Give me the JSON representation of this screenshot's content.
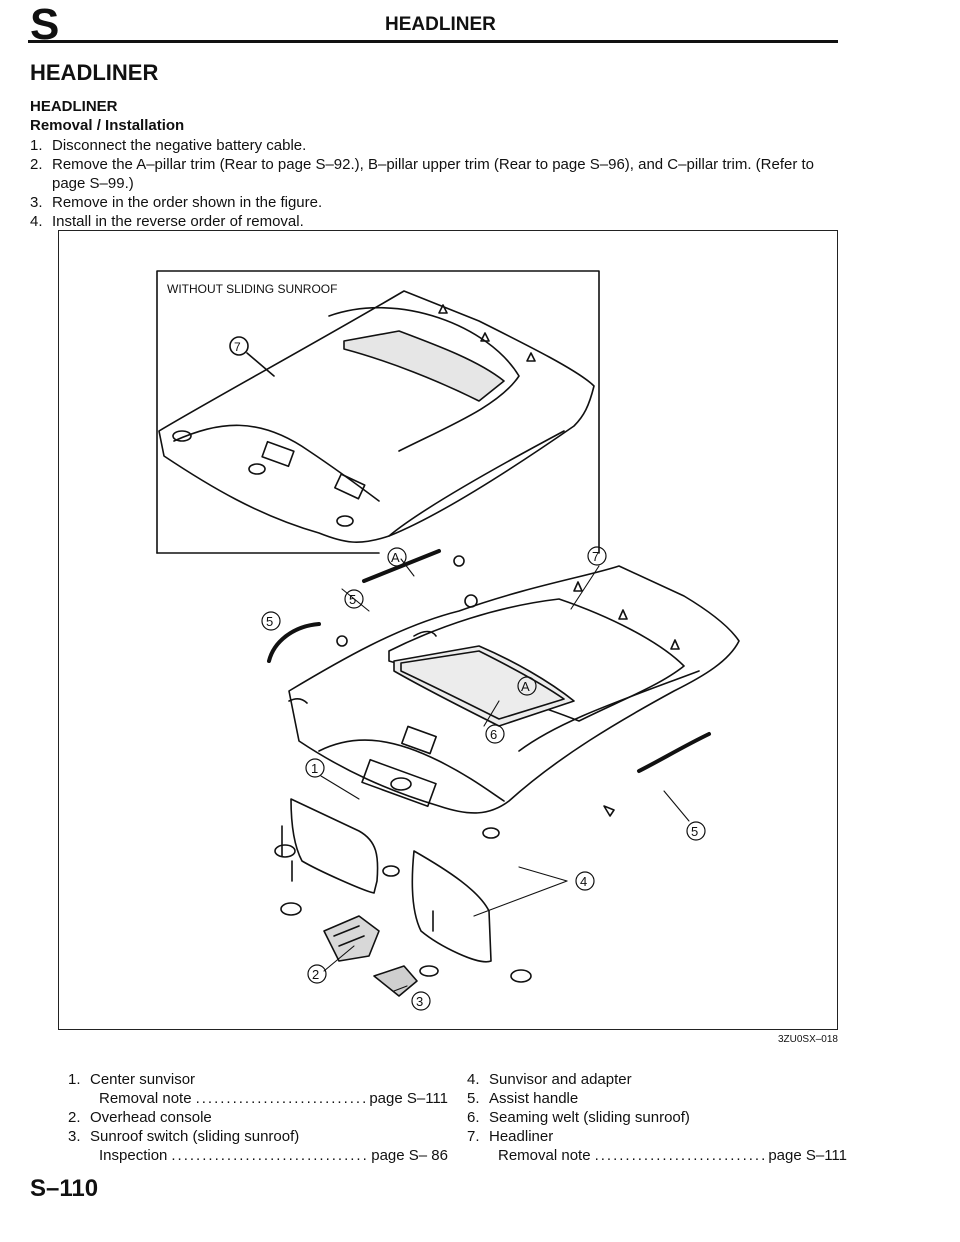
{
  "header": {
    "section_letter": "S",
    "title": "HEADLINER"
  },
  "section_title": "HEADLINER",
  "subsection": "HEADLINER",
  "procedure_title": "Removal / Installation",
  "steps": [
    {
      "num": "1.",
      "text": "Disconnect the negative battery cable."
    },
    {
      "num": "2.",
      "text": "Remove the A–pillar trim (Rear to page S–92.), B–pillar upper trim (Rear to page S–96), and C–pillar trim. (Refer to page S–99.)"
    },
    {
      "num": "3.",
      "text": "Remove in the order shown in the figure."
    },
    {
      "num": "4.",
      "text": "Install in the reverse order of removal."
    }
  ],
  "figure": {
    "inset_label": "WITHOUT SLIDING SUNROOF",
    "code": "3ZU0SX–018",
    "callouts": {
      "c1": "1",
      "c2": "2",
      "c3": "3",
      "c4": "4",
      "c5": "5",
      "c6": "6",
      "c7": "7",
      "cA": "A"
    }
  },
  "legend": {
    "left": [
      {
        "num": "1.",
        "label": "Center sunvisor",
        "sub": {
          "label": "Removal note",
          "ref": "page S–111"
        }
      },
      {
        "num": "2.",
        "label": "Overhead console"
      },
      {
        "num": "3.",
        "label": "Sunroof switch (sliding sunroof)",
        "sub": {
          "label": "Inspection",
          "ref": "page S– 86"
        }
      }
    ],
    "right": [
      {
        "num": "4.",
        "label": "Sunvisor and adapter"
      },
      {
        "num": "5.",
        "label": "Assist handle"
      },
      {
        "num": "6.",
        "label": "Seaming welt (sliding sunroof)"
      },
      {
        "num": "7.",
        "label": "Headliner",
        "sub": {
          "label": "Removal note",
          "ref": "page S–111"
        }
      }
    ]
  },
  "page_number": "S–110"
}
